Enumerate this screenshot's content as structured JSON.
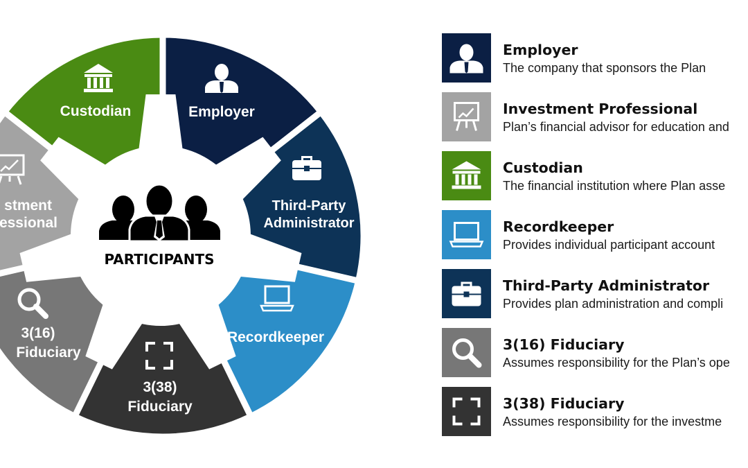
{
  "center_label": "PARTICIPANTS",
  "colors": {
    "employer": "#0b1f44",
    "tpa": "#0d3357",
    "recordkeeper": "#2c8ec8",
    "fiduciary_338": "#333333",
    "fiduciary_316": "#777777",
    "investment": "#a3a3a3",
    "custodian": "#4a8b13"
  },
  "wheel": {
    "employer": "Employer",
    "tpa_line1": "Third-Party",
    "tpa_line2": "Administrator",
    "recordkeeper": "Recordkeeper",
    "f338_line1": "3(38)",
    "f338_line2": "Fiduciary",
    "f316_line1": "3(16)",
    "f316_line2": "Fiduciary",
    "inv_line1": "stment",
    "inv_line2": "essional",
    "custodian": "Custodian"
  },
  "legend": [
    {
      "key": "employer",
      "icon": "person-icon",
      "color": "#0b1f44",
      "title": "Employer",
      "desc": "The company that sponsors the Plan"
    },
    {
      "key": "investment",
      "icon": "presentation-chart-icon",
      "color": "#a3a3a3",
      "title": "Investment Professional",
      "desc": "Plan’s financial advisor for education and"
    },
    {
      "key": "custodian",
      "icon": "bank-icon",
      "color": "#4a8b13",
      "title": "Custodian",
      "desc": "The financial institution where Plan asse"
    },
    {
      "key": "recordkeeper",
      "icon": "laptop-icon",
      "color": "#2c8ec8",
      "title": "Recordkeeper",
      "desc": "Provides individual participant  account"
    },
    {
      "key": "tpa",
      "icon": "briefcase-icon",
      "color": "#0d3357",
      "title": "Third-Party Administrator",
      "desc": "Provides plan administration and compli"
    },
    {
      "key": "fiduciary_316",
      "icon": "magnifier-icon",
      "color": "#777777",
      "title": "3(16) Fiduciary",
      "desc": "Assumes responsibility for the Plan’s ope"
    },
    {
      "key": "fiduciary_338",
      "icon": "focus-frame-icon",
      "color": "#333333",
      "title": "3(38) Fiduciary",
      "desc": "Assumes responsibility for the investme"
    }
  ]
}
